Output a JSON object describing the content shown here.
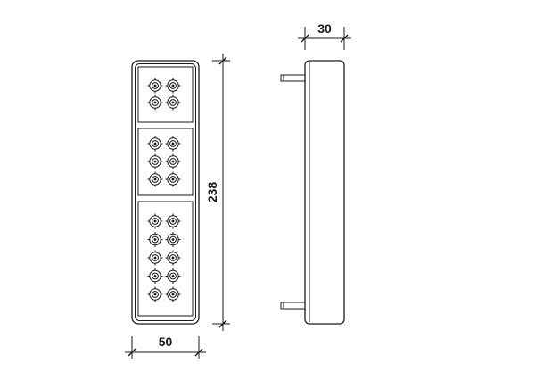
{
  "dimensions": {
    "front_width": "50",
    "front_height": "238",
    "side_depth": "30"
  },
  "front_view": {
    "panels": [
      {
        "name": "top",
        "led_rows": 2
      },
      {
        "name": "middle",
        "led_rows": 3
      },
      {
        "name": "bottom",
        "led_rows": 5
      }
    ],
    "leds_per_row": 2
  },
  "colors": {
    "line": "#1a1a1a",
    "background": "#ffffff"
  }
}
